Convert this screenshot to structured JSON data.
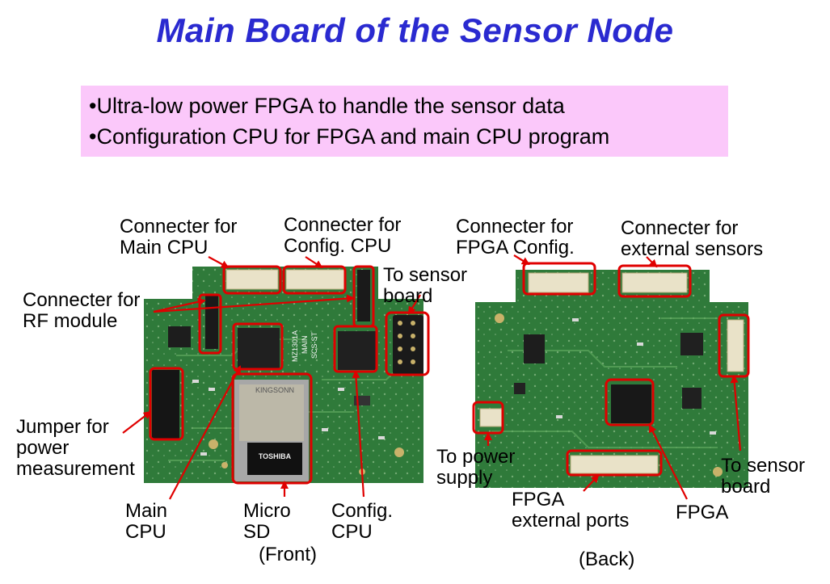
{
  "title": "Main Board of the Sensor Node",
  "bullets": [
    "•Ultra-low power FPGA to handle the sensor data",
    "•Configuration CPU for FPGA and main CPU program"
  ],
  "front": {
    "caption": "(Front)",
    "labels": {
      "conn_main_cpu": [
        "Connecter for",
        "Main CPU"
      ],
      "conn_config_cpu": [
        "Connecter for",
        "Config. CPU"
      ],
      "to_sensor_board": [
        "To sensor",
        "board"
      ],
      "conn_rf": [
        "Connecter for",
        "RF module"
      ],
      "jumper": [
        "Jumper for",
        "power",
        "measurement"
      ],
      "main_cpu": [
        "Main",
        "CPU"
      ],
      "micro_sd": [
        "Micro",
        "SD"
      ],
      "config_cpu": [
        "Config.",
        "CPU"
      ]
    },
    "silkscreen": [
      "KINGSONN",
      "TOSHIBA",
      "MZ1301A",
      "MAIN",
      "SCS-ST"
    ]
  },
  "back": {
    "caption": "(Back)",
    "labels": {
      "conn_fpga_config": [
        "Connecter for",
        "FPGA Config."
      ],
      "conn_ext_sensors": [
        "Connecter for",
        "external sensors"
      ],
      "to_power_supply": [
        "To power",
        "supply"
      ],
      "fpga_ports": [
        "FPGA",
        "external ports"
      ],
      "fpga": [
        "FPGA"
      ],
      "to_sensor_board": [
        "To sensor",
        "board"
      ]
    }
  },
  "colors": {
    "title": "#2a2ad0",
    "bullet_bg": "#fbc8fa",
    "highlight": "#e00000",
    "pcb": "#2f7a3a"
  }
}
